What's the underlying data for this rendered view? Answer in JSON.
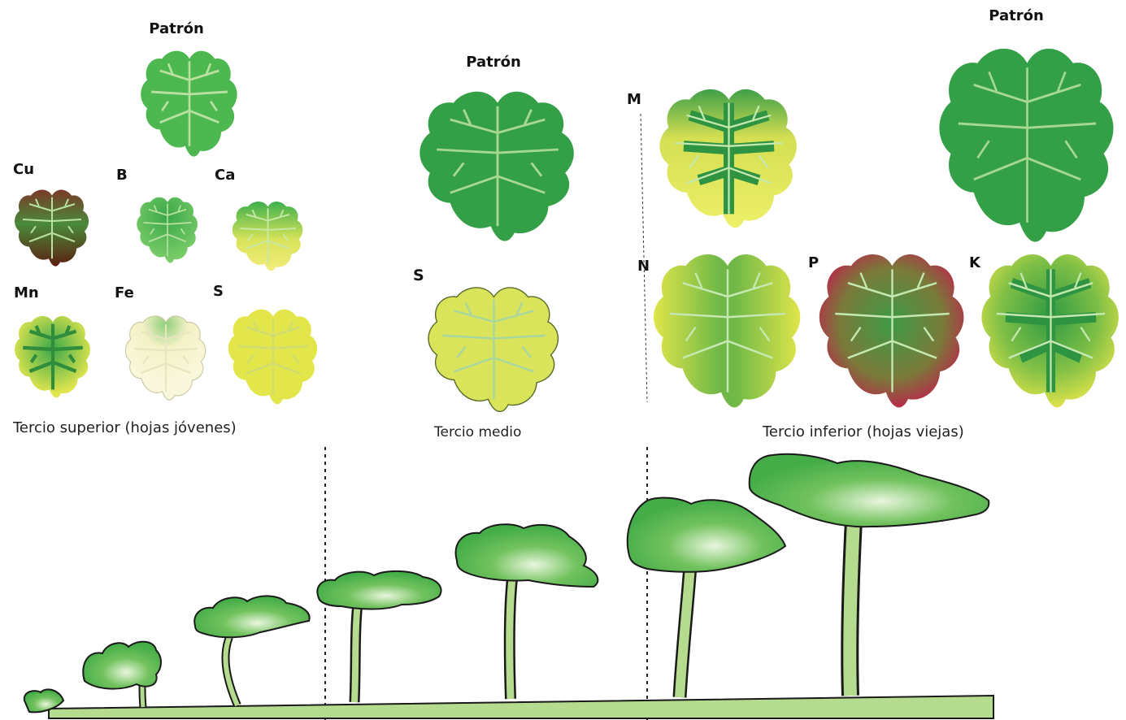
{
  "panel_top": {
    "young": {
      "pattern_label": "Patrón",
      "leaves": [
        {
          "label": "Cu"
        },
        {
          "label": "B"
        },
        {
          "label": "Ca"
        },
        {
          "label": "Mn"
        },
        {
          "label": "Fe"
        },
        {
          "label": "S"
        }
      ],
      "caption": "Tercio superior (hojas jóvenes)"
    },
    "middle": {
      "pattern_label": "Patrón",
      "leaves": [
        {
          "label": "S"
        }
      ],
      "caption": "Tercio medio"
    },
    "old": {
      "pattern_label": "Patrón",
      "leaves": [
        {
          "label": "M"
        },
        {
          "label": "N"
        },
        {
          "label": "P"
        },
        {
          "label": "K"
        }
      ],
      "caption": "Tercio inferior (hojas viejas)"
    }
  },
  "colors": {
    "healthy_green": "#4cb84f",
    "dark_green": "#2e8b3d",
    "vein": "#b8e0a0",
    "yellow": "#e3e64a",
    "pale": "#f6f3c8",
    "bronze": "#6b2a1a",
    "magenta": "#c4184e",
    "stem": "#b5dc8e",
    "outline": "#1a1a1a"
  }
}
